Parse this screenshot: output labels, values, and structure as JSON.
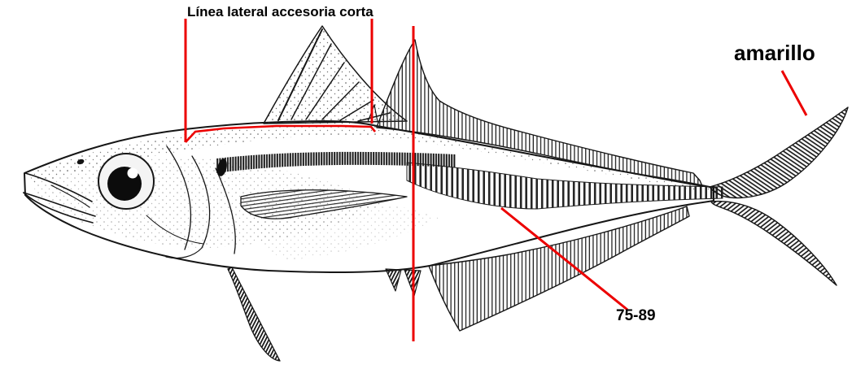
{
  "figure": {
    "background_color": "#ffffff",
    "ink_color": "#161616",
    "annotation_color": "#ec0000",
    "labels": {
      "accessory_lateral_line": "Línea lateral accesoria corta",
      "caudal_color": "amarillo",
      "scute_count": "75-89"
    }
  }
}
